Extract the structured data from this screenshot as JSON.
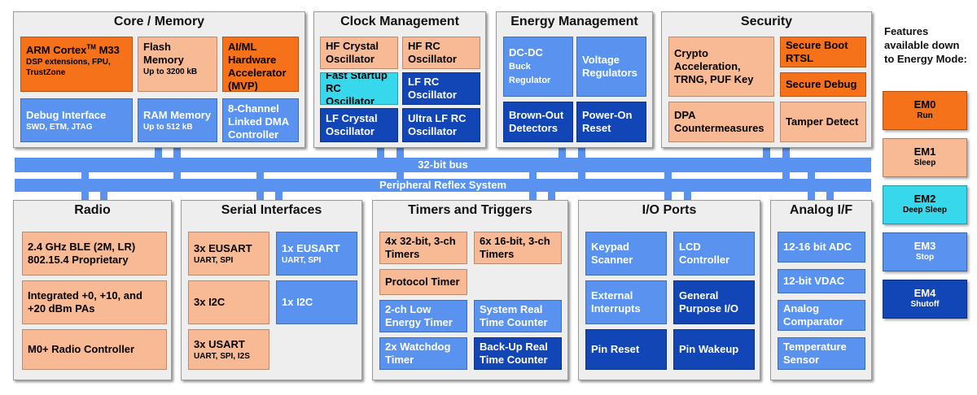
{
  "colors": {
    "em0": "#f5711a",
    "em1": "#f8b995",
    "em2": "#38d8ec",
    "em3": "#5a93ef",
    "em4": "#1245b5"
  },
  "core": {
    "title": "Core / Memory",
    "arm_main": "ARM Cortex",
    "arm_tm": "TM",
    "arm_model": " M33",
    "arm_sub": "DSP extensions, FPU, TrustZone",
    "flash": "Flash Memory",
    "flash_sub": "Up to 3200 kB",
    "aiml": "AI/ML Hardware Accelerator (MVP)",
    "debug": "Debug Interface",
    "debug_sub": "SWD, ETM, JTAG",
    "ram": "RAM Memory",
    "ram_sub": "Up to 512 kB",
    "dma": "8-Channel Linked DMA Controller"
  },
  "clock": {
    "title": "Clock Management",
    "hf_crystal": "HF Crystal Oscillator",
    "hf_rc": "HF RC Oscillator",
    "fast_startup": "Fast Startup RC Oscillator",
    "lf_rc": "LF RC Oscillator",
    "lf_crystal": "LF Crystal Oscillator",
    "ulf_rc": "Ultra LF RC Oscillator"
  },
  "energy": {
    "title": "Energy Management",
    "dcdc": "DC-DC",
    "dcdc_small": "Buck Regulator",
    "voltage": "Voltage Regulators",
    "brownout": "Brown-Out Detectors",
    "por": "Power-On Reset"
  },
  "security": {
    "title": "Security",
    "crypto": "Crypto Acceleration, TRNG, PUF Key",
    "secure_boot": "Secure Boot RTSL",
    "secure_debug": "Secure Debug",
    "dpa": "DPA Countermeasures",
    "tamper": "Tamper Detect"
  },
  "buses": {
    "bus32": "32-bit bus",
    "prs": "Peripheral Reflex System"
  },
  "radio": {
    "title": "Radio",
    "ble": "2.4 GHz BLE (2M, LR) 802.15.4 Proprietary",
    "pa": "Integrated +0,  +10, and +20 dBm PAs",
    "m0": "M0+ Radio Controller"
  },
  "serial": {
    "title": "Serial Interfaces",
    "eusart3": "3x EUSART",
    "eusart3_sub": "UART, SPI",
    "eusart1": "1x EUSART",
    "eusart1_sub": "UART, SPI",
    "i2c3": "3x I2C",
    "i2c1": "1x I2C",
    "usart3": "3x USART",
    "usart3_sub": "UART, SPI, I2S"
  },
  "timers": {
    "title": "Timers and Triggers",
    "t32": "4x 32-bit, 3-ch Timers",
    "t16": "6x 16-bit, 3-ch Timers",
    "protocol": "Protocol Timer",
    "letimer": "2-ch Low Energy Timer",
    "rtc": "System Real Time Counter",
    "watchdog": "2x Watchdog Timer",
    "backup": "Back-Up Real Time Counter"
  },
  "io": {
    "title": "I/O Ports",
    "keypad": "Keypad Scanner",
    "lcd": "LCD Controller",
    "ext_int": "External Interrupts",
    "gpio": "General Purpose I/O",
    "pin_reset": "Pin Reset",
    "pin_wakeup": "Pin Wakeup"
  },
  "analog": {
    "title": "Analog I/F",
    "adc": "12-16 bit ADC",
    "vdac": "12-bit VDAC",
    "comparator": "Analog Comparator",
    "temp": "Temperature Sensor"
  },
  "legend": {
    "heading": "Features available down to Energy Mode:",
    "items": [
      {
        "mode": "EM0",
        "label": "Run"
      },
      {
        "mode": "EM1",
        "label": "Sleep"
      },
      {
        "mode": "EM2",
        "label": "Deep Sleep"
      },
      {
        "mode": "EM3",
        "label": "Stop"
      },
      {
        "mode": "EM4",
        "label": "Shutoff"
      }
    ]
  }
}
